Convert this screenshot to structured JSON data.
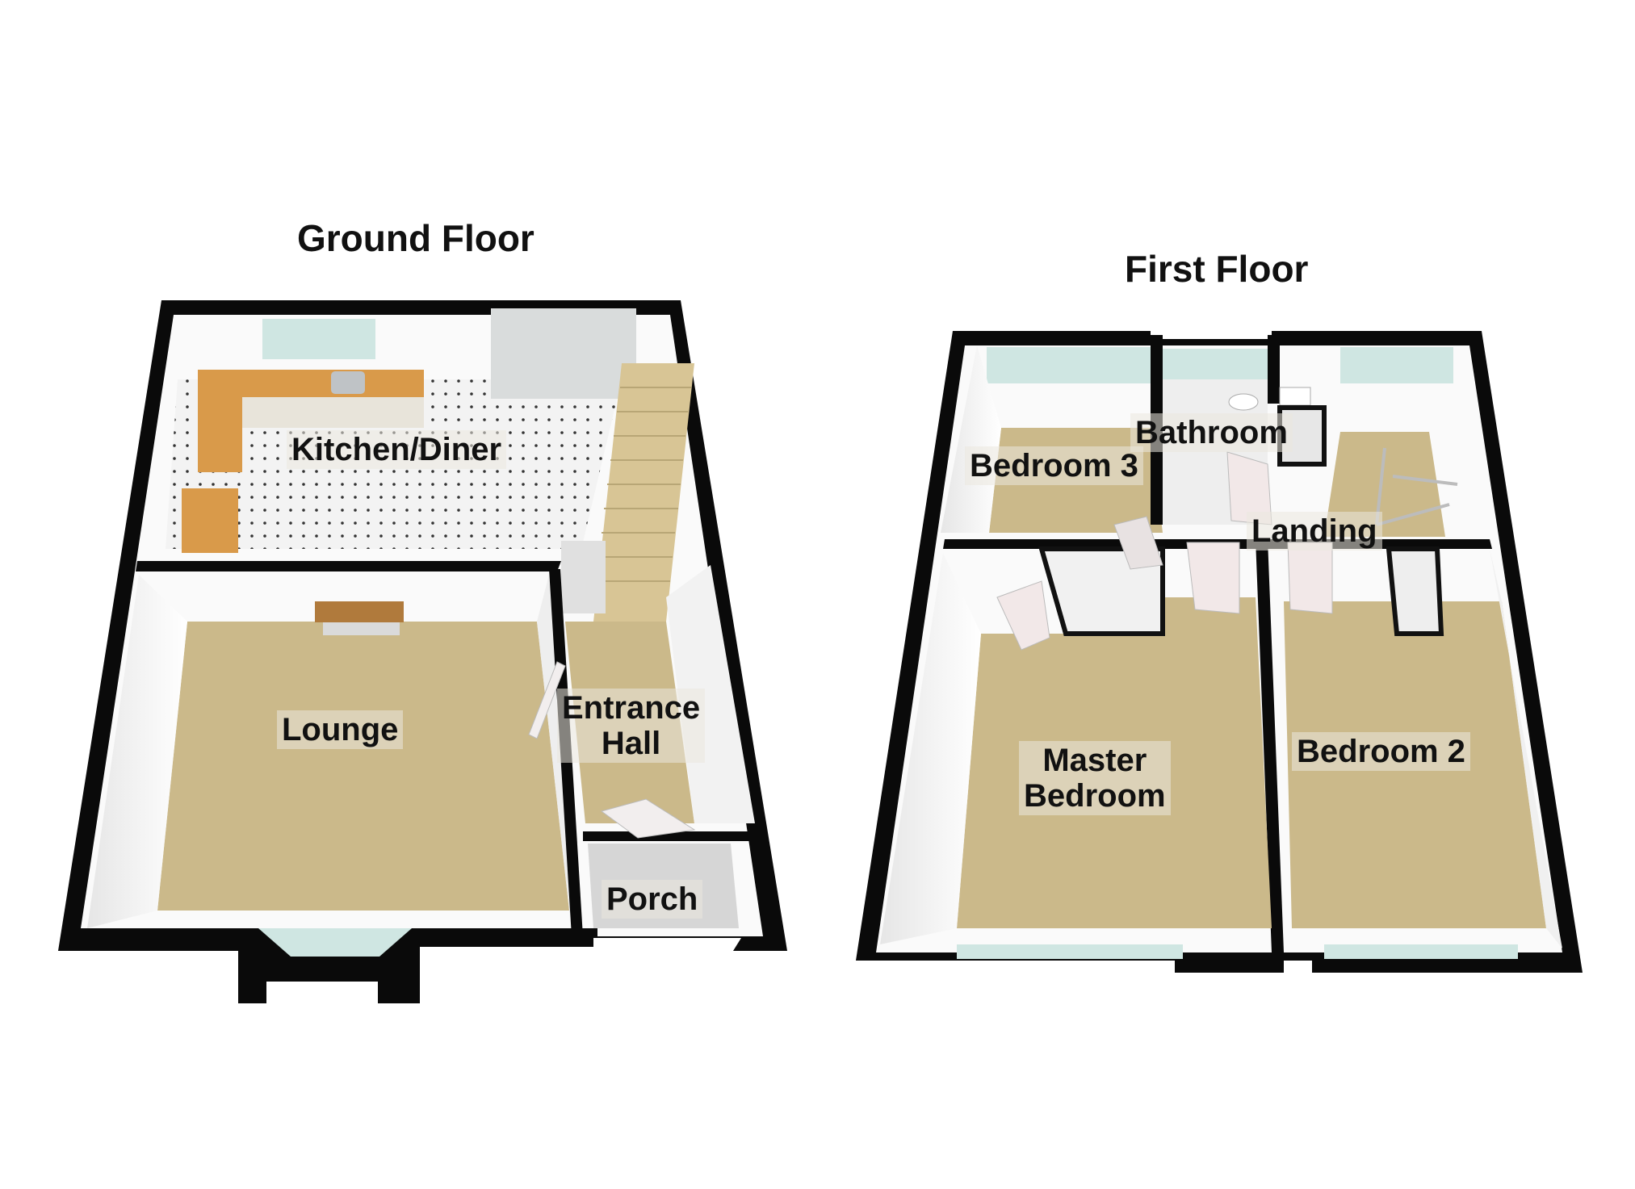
{
  "floors": {
    "ground": {
      "title": "Ground Floor",
      "rooms": {
        "kitchen": "Kitchen/Diner",
        "lounge": "Lounge",
        "hall_line1": "Entrance",
        "hall_line2": "Hall",
        "porch": "Porch"
      }
    },
    "first": {
      "title": "First Floor",
      "rooms": {
        "bathroom": "Bathroom",
        "bedroom3": "Bedroom 3",
        "landing": "Landing",
        "master_line1": "Master",
        "master_line2": "Bedroom",
        "bedroom2": "Bedroom 2"
      }
    }
  },
  "colors": {
    "wall": "#0a0a0a",
    "carpet": "#cbb98a",
    "tile_floor": "#f2f2f2",
    "worktop": "#d99a4a",
    "window": "#cfe6e2",
    "inner_wall": "#f4f4f4"
  }
}
